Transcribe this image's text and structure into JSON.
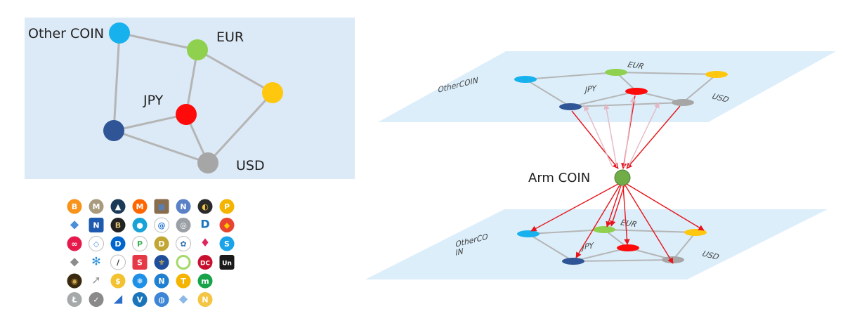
{
  "colors": {
    "panel": "#dce9f6",
    "plane": "#dbeefa",
    "edge": "#b5b5b5",
    "arrow": "#e8141b",
    "arrow_faint": "#e4b8c4",
    "other_coin": "#17b1ee",
    "eur": "#8fd14f",
    "usd_gold": "#ffc70d",
    "jpy": "#ff0a0a",
    "navy": "#2f5597",
    "usd": "#a6a6a6",
    "arm": "#70ad47"
  },
  "network": {
    "labels": {
      "other_coin": "Other COIN",
      "eur": "EUR",
      "jpy": "JPY",
      "usd": "USD"
    }
  },
  "top_plane": {
    "labels": {
      "other_coin": "OtherCOIN",
      "eur": "EUR",
      "jpy": "JPY",
      "usd": "USD"
    }
  },
  "bottom_plane": {
    "labels": {
      "other_coin_line1": "OtherCO",
      "other_coin_line2": "IN",
      "eur": "EUR",
      "jpy": "JPY",
      "usd": "USD"
    }
  },
  "hub": {
    "label": "Arm COIN"
  },
  "coin_icons": [
    {
      "name": "bitcoin-icon",
      "shape": "circle",
      "color": "#f7931a",
      "glyph": "B",
      "fg": "#ffffff"
    },
    {
      "name": "m-coin-icon",
      "shape": "circle",
      "color": "#a89a7d",
      "glyph": "M",
      "fg": "#ffffff"
    },
    {
      "name": "mountain-coin-icon",
      "shape": "circle",
      "color": "#1b3a57",
      "glyph": "▲",
      "fg": "#ffffff"
    },
    {
      "name": "monero-icon",
      "shape": "circle",
      "color": "#ff6600",
      "glyph": "M",
      "fg": "#ffffff"
    },
    {
      "name": "cube-coin-icon",
      "shape": "square",
      "color": "#8a6d4c",
      "glyph": "■",
      "fg": "#5a7fb0"
    },
    {
      "name": "nxt-coin-icon",
      "shape": "circle",
      "color": "#5a80c8",
      "glyph": "N",
      "fg": "#ffffff"
    },
    {
      "name": "swirl-coin-icon",
      "shape": "circle",
      "color": "#2a2a2a",
      "glyph": "◐",
      "fg": "#f4c542"
    },
    {
      "name": "p-coin-icon",
      "shape": "circle",
      "color": "#f4b400",
      "glyph": "P",
      "fg": "#ffffff"
    },
    {
      "name": "lisk-coin-icon",
      "shape": "none",
      "color": "#ffffff",
      "glyph": "◆",
      "fg": "#4a90d9"
    },
    {
      "name": "nexus-coin-icon",
      "shape": "square",
      "color": "#1e5bb0",
      "glyph": "N",
      "fg": "#ffffff"
    },
    {
      "name": "bytecoin-icon",
      "shape": "circle",
      "color": "#222222",
      "glyph": "B",
      "fg": "#e0c070"
    },
    {
      "name": "blue-badge-coin-icon",
      "shape": "circle",
      "color": "#17a2d8",
      "glyph": "●",
      "fg": "#ffffff"
    },
    {
      "name": "spiral-coin-icon",
      "shape": "circle",
      "color": "#ffffff",
      "glyph": "@",
      "fg": "#1f6fd1"
    },
    {
      "name": "gray-globe-coin-icon",
      "shape": "circle",
      "color": "#9aa0a6",
      "glyph": "◎",
      "fg": "#ffffff"
    },
    {
      "name": "dash-coin-icon",
      "shape": "none",
      "color": "#ffffff",
      "glyph": "D",
      "fg": "#1c75bc"
    },
    {
      "name": "cube-color-coin-icon",
      "shape": "circle",
      "color": "#e8442e",
      "glyph": "◆",
      "fg": "#ffcc00"
    },
    {
      "name": "chain-coin-icon",
      "shape": "circle",
      "color": "#e6194b",
      "glyph": "∞",
      "fg": "#ffffff"
    },
    {
      "name": "geo-coin-icon",
      "shape": "circle",
      "color": "#ffffff",
      "glyph": "◇",
      "fg": "#4a90d9"
    },
    {
      "name": "digibyte-icon",
      "shape": "circle",
      "color": "#0066cc",
      "glyph": "D",
      "fg": "#ffffff"
    },
    {
      "name": "peercoin-icon",
      "shape": "circle",
      "color": "#ffffff",
      "glyph": "P",
      "fg": "#3cb054"
    },
    {
      "name": "dogecoin-icon",
      "shape": "circle",
      "color": "#c2a633",
      "glyph": "D",
      "fg": "#ffffff"
    },
    {
      "name": "tri-dot-coin-icon",
      "shape": "circle",
      "color": "#ffffff",
      "glyph": "✿",
      "fg": "#2f6db3"
    },
    {
      "name": "ruby-coin-icon",
      "shape": "none",
      "color": "#ffffff",
      "glyph": "♦",
      "fg": "#e0245e"
    },
    {
      "name": "s-coin-icon",
      "shape": "circle",
      "color": "#1aa3e8",
      "glyph": "S",
      "fg": "#ffffff"
    },
    {
      "name": "ethereum-icon",
      "shape": "none",
      "color": "#ffffff",
      "glyph": "◆",
      "fg": "#8c8c8c"
    },
    {
      "name": "ripple-icon",
      "shape": "none",
      "color": "#ffffff",
      "glyph": "✻",
      "fg": "#2a8fd9"
    },
    {
      "name": "feather-coin-icon",
      "shape": "circle",
      "color": "#ffffff",
      "glyph": "/",
      "fg": "#333333"
    },
    {
      "name": "s-hex-coin-icon",
      "shape": "square",
      "color": "#e63946",
      "glyph": "S",
      "fg": "#ffffff"
    },
    {
      "name": "fleur-coin-icon",
      "shape": "circle",
      "color": "#1f4e9b",
      "glyph": "⚜",
      "fg": "#f4c542"
    },
    {
      "name": "ring-coin-icon",
      "shape": "ring",
      "color": "#a3d86a",
      "glyph": "",
      "fg": "#ffffff"
    },
    {
      "name": "dc-coin-icon",
      "shape": "circle",
      "color": "#c8102e",
      "glyph": "DC",
      "fg": "#ffffff"
    },
    {
      "name": "unobtanium-icon",
      "shape": "square",
      "color": "#1a1a1a",
      "glyph": "Un",
      "fg": "#ffffff"
    },
    {
      "name": "gold-ring-coin-icon",
      "shape": "circle",
      "color": "#3a2a10",
      "glyph": "◉",
      "fg": "#d4a84a"
    },
    {
      "name": "rocket-coin-icon",
      "shape": "none",
      "color": "#ffffff",
      "glyph": "➚",
      "fg": "#999999"
    },
    {
      "name": "gold-coin-icon",
      "shape": "circle",
      "color": "#f2c230",
      "glyph": "$",
      "fg": "#ffffff"
    },
    {
      "name": "snowflake-coin-icon",
      "shape": "circle",
      "color": "#1e90e8",
      "glyph": "❄",
      "fg": "#ffffff"
    },
    {
      "name": "n-blue-coin-icon",
      "shape": "circle",
      "color": "#1f7fd1",
      "glyph": "N",
      "fg": "#ffffff"
    },
    {
      "name": "tether-icon",
      "shape": "circle",
      "color": "#f4b400",
      "glyph": "T",
      "fg": "#ffffff"
    },
    {
      "name": "m-green-coin-icon",
      "shape": "circle",
      "color": "#17a34a",
      "glyph": "m",
      "fg": "#ffffff"
    },
    {
      "name": "empty-slot-icon",
      "shape": "blank",
      "color": "#ffffff",
      "glyph": "",
      "fg": "#ffffff"
    },
    {
      "name": "litecoin-icon",
      "shape": "circle",
      "color": "#a6a9aa",
      "glyph": "Ł",
      "fg": "#ffffff"
    },
    {
      "name": "check-coin-icon",
      "shape": "circle",
      "color": "#8a8a8a",
      "glyph": "✓",
      "fg": "#ffffff"
    },
    {
      "name": "v-stripe-coin-icon",
      "shape": "none",
      "color": "#ffffff",
      "glyph": "◢",
      "fg": "#2a6fc9"
    },
    {
      "name": "vertcoin-icon",
      "shape": "circle",
      "color": "#1b75bb",
      "glyph": "V",
      "fg": "#ffffff"
    },
    {
      "name": "globe-coin-icon",
      "shape": "circle",
      "color": "#3d86d6",
      "glyph": "◍",
      "fg": "#ffffff"
    },
    {
      "name": "lisk-small-coin-icon",
      "shape": "none",
      "color": "#ffffff",
      "glyph": "◆",
      "fg": "#8bb8e8"
    },
    {
      "name": "n-gold-coin-icon",
      "shape": "circle",
      "color": "#f4c542",
      "glyph": "N",
      "fg": "#ffffff"
    },
    {
      "name": "empty-slot-icon-2",
      "shape": "blank",
      "color": "#ffffff",
      "glyph": "",
      "fg": "#ffffff"
    }
  ]
}
